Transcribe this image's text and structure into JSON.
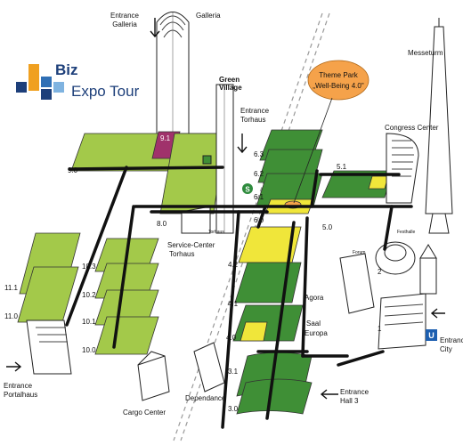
{
  "logo": {
    "brand": "Biz",
    "product": "Expo Tour"
  },
  "callout": {
    "line1": "Theme Park",
    "line2": "„Well-Being 4.0\""
  },
  "landmarks": {
    "galleria": "Galleria",
    "entrance_galleria_1": "Entrance",
    "entrance_galleria_2": "Galleria",
    "green_village_1": "Green",
    "green_village_2": "Village",
    "entrance_torhaus_1": "Entrance",
    "entrance_torhaus_2": "Torhaus",
    "torhaus": "Torhaus",
    "service_center_1": "Service-Center",
    "service_center_2": "Torhaus",
    "messeturm": "Messeturm",
    "congress_center": "Congress Center",
    "festhalle": "Festhalle",
    "forum": "Forum",
    "agora": "Agora",
    "saal_1": "Saal",
    "saal_2": "Europa",
    "entrance_city_1": "Entrance",
    "entrance_city_2": "City",
    "entrance_hall3_1": "Entrance",
    "entrance_hall3_2": "Hall 3",
    "entrance_portalhaus_1": "Entrance",
    "entrance_portalhaus_2": "Portalhaus",
    "cargo_center": "Cargo Center",
    "dependance": "Dependance",
    "sbahn_symbol": "S",
    "ubahn_symbol": "U"
  },
  "halls": {
    "h9_0": "9.0",
    "h9_1": "9.1",
    "h8_0": "8.0",
    "h11_0": "11.0",
    "h11_1": "11.1",
    "h10_0": "10.0",
    "h10_1": "10.1",
    "h10_2": "10.2",
    "h10_3": "10.3",
    "h6_0": "6.0",
    "h6_1": "6.1",
    "h6_2": "6.2",
    "h6_3": "6.3",
    "h5_0": "5.0",
    "h5_1": "5.1",
    "h4_0": "4.0",
    "h4_1": "4.1",
    "h4_2": "4.2",
    "h3_0": "3.0",
    "h3_1": "3.1",
    "h1": "1",
    "h2": "2"
  },
  "colors": {
    "light_green": "#a3c94a",
    "mid_green": "#7fb33e",
    "dark_green": "#3f8f36",
    "yellow": "#f0e63a",
    "magenta": "#a0326b",
    "orange": "#f5a24a",
    "walkway": "#111111"
  }
}
